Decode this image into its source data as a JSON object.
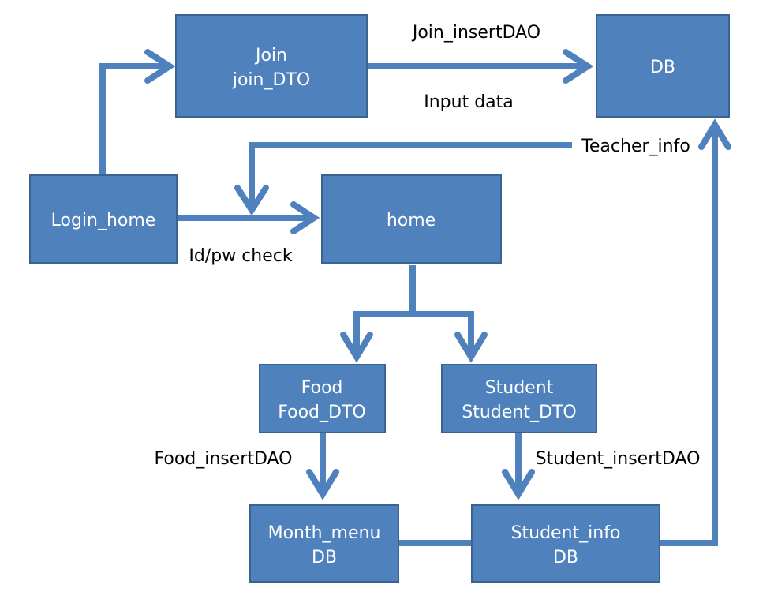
{
  "nodes": {
    "join": [
      "Join",
      "join_DTO"
    ],
    "db": [
      "DB"
    ],
    "login_home": [
      "Login_home"
    ],
    "home": [
      "home"
    ],
    "food": [
      "Food",
      "Food_DTO"
    ],
    "student": [
      "Student",
      "Student_DTO"
    ],
    "month_menu": [
      "Month_menu",
      "DB"
    ],
    "student_info": [
      "Student_info",
      "DB"
    ]
  },
  "edge_labels": {
    "join_insert": "Join_insertDAO",
    "input_data": "Input data",
    "teacher_info": "Teacher_info",
    "idpw_check": "Id/pw check",
    "food_insert": "Food_insertDAO",
    "student_insert": "Student_insertDAO"
  },
  "colors": {
    "node_fill": "#4f81bd",
    "node_border": "#3a6392",
    "arrow": "#4f81bd",
    "node_text": "#ffffff",
    "label_text": "#000000"
  }
}
